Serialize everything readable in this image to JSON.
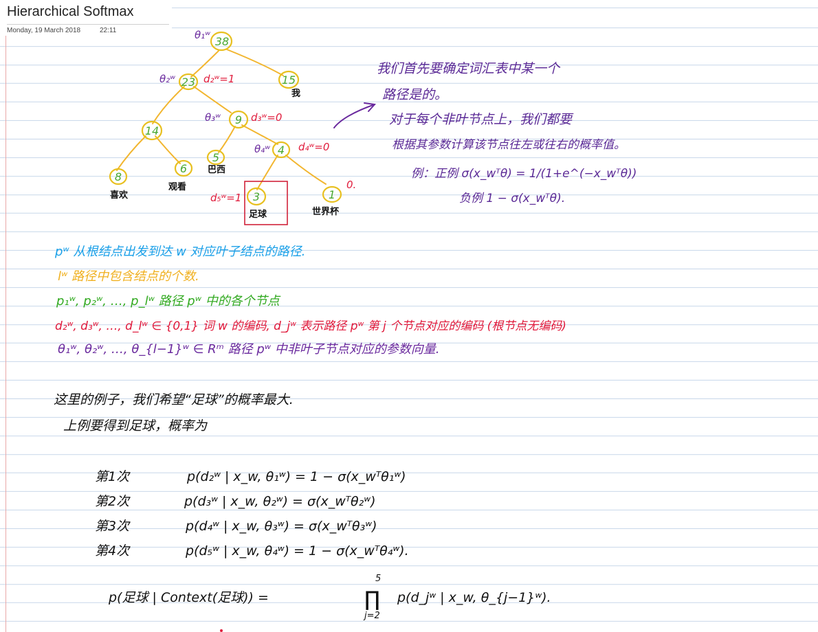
{
  "page": {
    "title": "Hierarchical Softmax",
    "date": "Monday, 19 March 2018",
    "time": "22:11"
  },
  "colors": {
    "tree_edges": "#f2b630",
    "node_circle": "#e8c020",
    "node_number": "#4aa832",
    "theta": "#6a2a9e",
    "code_d": "#e01c3c",
    "leaf_word": "#111111",
    "definition_p": "#1aa0e8",
    "definition_l": "#f0b020",
    "definition_nodes": "#33aa22",
    "definition_codes": "#e0183a",
    "definition_thetas": "#6a2a9e",
    "highlight_box": "#d0223a"
  },
  "tree": {
    "nodes": [
      {
        "id": "root",
        "value": "38",
        "theta": "θ₁ʷ"
      },
      {
        "id": "n23",
        "value": "23",
        "theta": "θ₂ʷ",
        "code": "d₂ʷ=1"
      },
      {
        "id": "n15",
        "value": "15",
        "label": "我"
      },
      {
        "id": "n14",
        "value": "14"
      },
      {
        "id": "n9",
        "value": "9",
        "theta": "θ₃ʷ",
        "code": "d₃ʷ=0"
      },
      {
        "id": "n8",
        "value": "8",
        "label": "喜欢"
      },
      {
        "id": "n6",
        "value": "6",
        "label": "观看"
      },
      {
        "id": "n5",
        "value": "5",
        "label": "巴西"
      },
      {
        "id": "n4",
        "value": "4",
        "theta": "θ₄ʷ",
        "code": "d₄ʷ=0"
      },
      {
        "id": "n3",
        "value": "3",
        "label": "足球",
        "code": "d₅ʷ=1"
      },
      {
        "id": "n1",
        "value": "1",
        "label": "世界杯",
        "code": "0."
      }
    ]
  },
  "notes": {
    "right": [
      "我们首先要确定词汇表中某一个",
      "路径是的。",
      "对于每个非叶节点上，我们都要",
      "根据其参数计算该节点往左或往右的概率值。",
      "例：正例 σ(x_wᵀθ) = 1/(1+e^(−x_wᵀθ))",
      "负例 1 − σ(x_wᵀθ)."
    ],
    "definitions": [
      "pʷ 从根结点出发到达 w 对应叶子结点的路径.",
      "lʷ 路径中包含结点的个数.",
      "p₁ʷ, p₂ʷ, …, p_lʷ 路径 pʷ 中的各个节点",
      "d₂ʷ, d₃ʷ, …, d_lʷ ∈ {0,1} 词 w 的编码, d_jʷ 表示路径 pʷ 第 j 个节点对应的编码 (根节点无编码)",
      "θ₁ʷ, θ₂ʷ, …, θ_{l−1}ʷ ∈ Rᵐ 路径 pʷ 中非叶子节点对应的参数向量."
    ],
    "example_intro": [
      "这里的例子，我们希望“足球”的概率最大.",
      "上例要得到足球，概率为"
    ],
    "steps": [
      {
        "label": "第1次",
        "formula": "p(d₂ʷ | x_w, θ₁ʷ) = 1 − σ(x_wᵀθ₁ʷ)"
      },
      {
        "label": "第2次",
        "formula": "p(d₃ʷ | x_w, θ₂ʷ) = σ(x_wᵀθ₂ʷ)"
      },
      {
        "label": "第3次",
        "formula": "p(d₄ʷ | x_w, θ₃ʷ) = σ(x_wᵀθ₃ʷ)"
      },
      {
        "label": "第4次",
        "formula": "p(d₅ʷ | x_w, θ₄ʷ) = 1 − σ(x_wᵀθ₄ʷ)."
      }
    ],
    "final": {
      "lhs": "p(足球 | Context(足球)) =",
      "product": "∏",
      "upper": "5",
      "lower": "j=2",
      "rhs": "p(d_jʷ | x_w, θ_{j−1}ʷ)."
    }
  }
}
